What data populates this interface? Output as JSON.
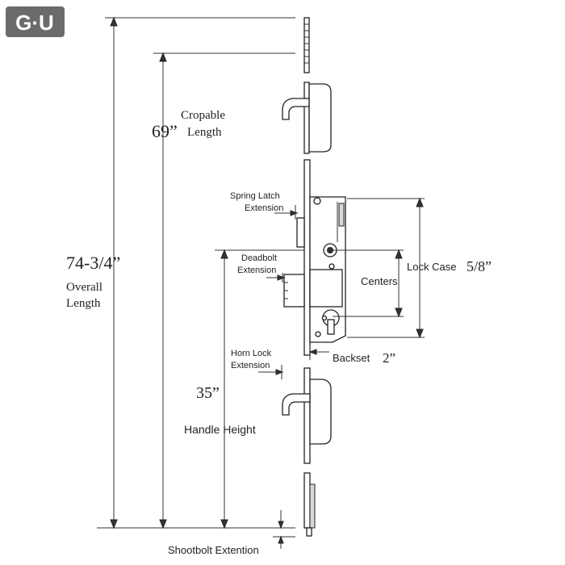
{
  "logo": {
    "text": "G·U"
  },
  "labels": {
    "overall_value": "74-3/4”",
    "overall_text_1": "Overall",
    "overall_text_2": "Length",
    "cropable_text_1": "Cropable",
    "cropable_value": "69”",
    "cropable_text_2": "Length",
    "spring_latch_1": "Spring Latch",
    "spring_latch_2": "Extension",
    "deadbolt_1": "Deadbolt",
    "deadbolt_2": "Extension",
    "centers": "Centers",
    "lock_case": "Lock Case",
    "lock_case_value": "5/8”",
    "backset": "Backset",
    "backset_value": "2”",
    "horn_lock_1": "Horn Lock",
    "horn_lock_2": "Extension",
    "handle_value": "35”",
    "handle_text": "Handle Height",
    "shootbolt": "Shootbolt Extention"
  }
}
